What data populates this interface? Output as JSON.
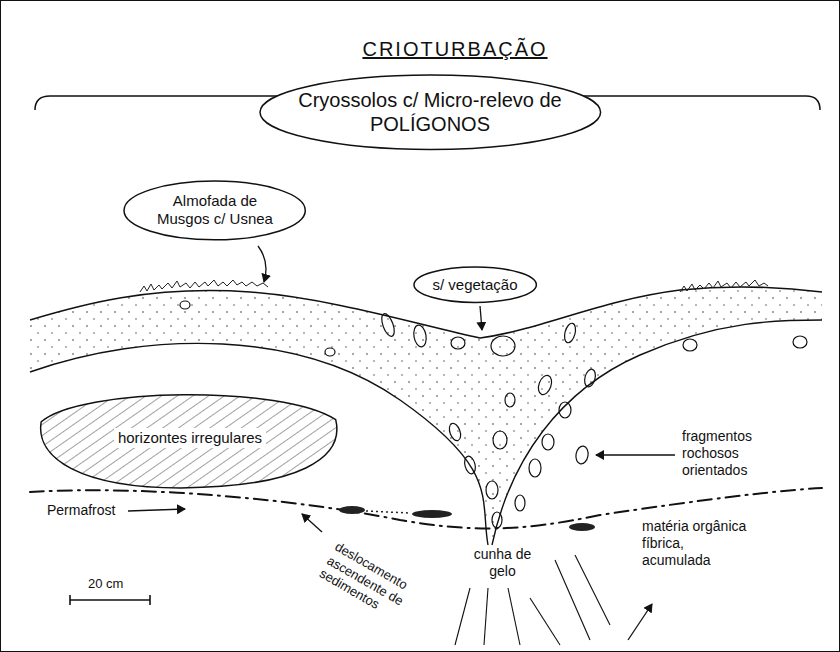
{
  "diagram": {
    "title": "CRIOTURBAÇÃO",
    "nodes": [
      {
        "text": [
          "Cryossolos c/ Micro-relevo de POLÍGONOS"
        ]
      },
      {
        "text": [
          "Almofada de Musgos c/ Usnea"
        ]
      },
      {
        "text": [
          "s/ vegetação"
        ]
      },
      {
        "text": [
          "horizontes irregulares"
        ]
      }
    ],
    "labels": [
      "fragmentos rochosos orientados",
      "Permafrost",
      "20 cm",
      "deslocamento ascendente de sedimentos",
      "cunha de gelo",
      "matéria orgânica fíbrica, acumulada"
    ]
  }
}
